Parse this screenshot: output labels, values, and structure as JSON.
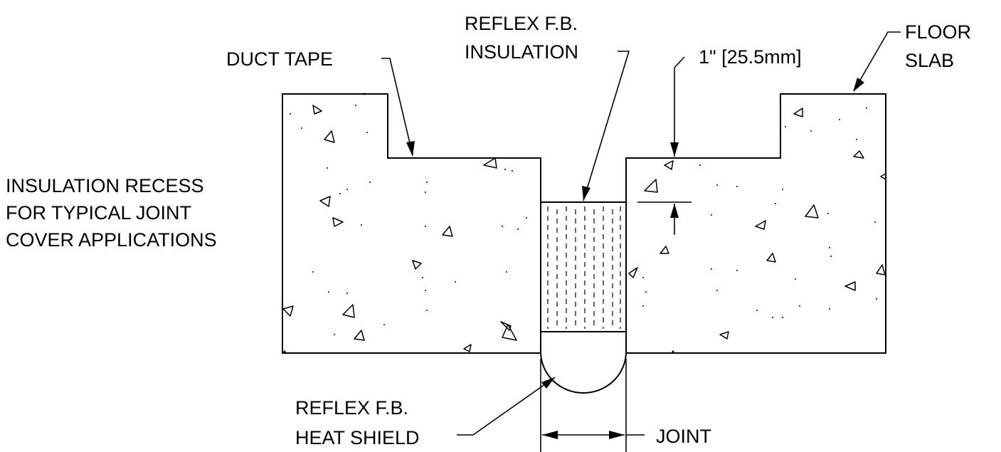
{
  "labels": {
    "duct_tape": "DUCT TAPE",
    "reflex_insulation_line1": "REFLEX F.B.",
    "reflex_insulation_line2": "INSULATION",
    "dimension": "1\" [25.5mm]",
    "floor_slab_line1": "FLOOR",
    "floor_slab_line2": "SLAB",
    "recess_line1": "INSULATION RECESS",
    "recess_line2": "FOR TYPICAL JOINT",
    "recess_line3": "COVER APPLICATIONS",
    "heat_shield_line1": "REFLEX F.B.",
    "heat_shield_line2": "HEAT SHIELD",
    "joint": "JOINT"
  }
}
